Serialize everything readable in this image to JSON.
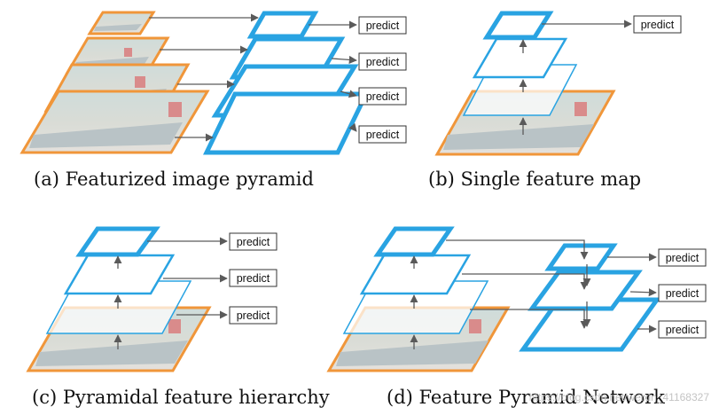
{
  "captions": {
    "a": "(a) Featurized image pyramid",
    "b": "(b) Single feature map",
    "c": "(c) Pyramidal feature hierarchy",
    "d": "(d) Feature Pyramid Network"
  },
  "predict_label": "predict",
  "watermark": "https://blog.csdn.net/weixin_41168327",
  "colors": {
    "feature_blue": "#29a3e2",
    "image_orange": "#f0963a",
    "arrow_gray": "#5a5a5a",
    "caption_text": "#111111"
  }
}
